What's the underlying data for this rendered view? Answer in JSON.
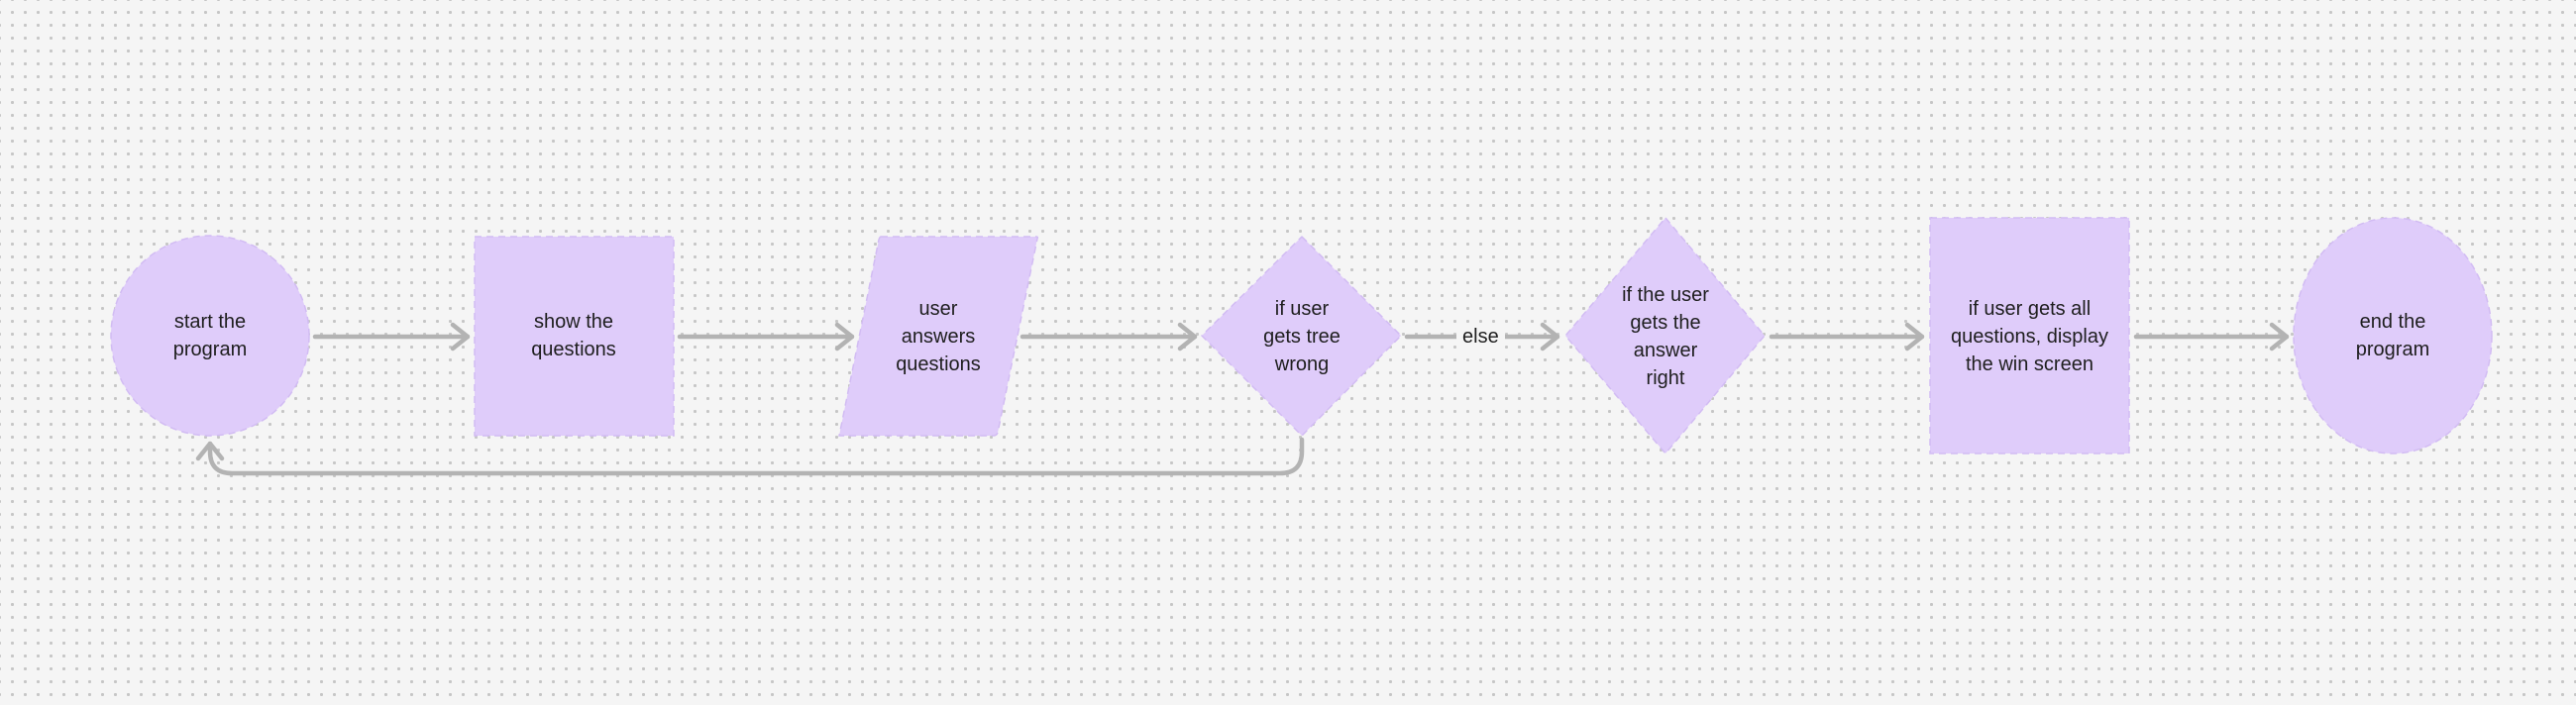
{
  "canvas": {
    "background": "#f5f5f5",
    "dot_color": "#c6c6c6"
  },
  "colors": {
    "node_fill": "#dfccfa",
    "node_stroke": "#d2bcf3",
    "connector": "#b3b3b3",
    "text": "#1e1e1e"
  },
  "nodes": {
    "start": {
      "shape": "ellipse",
      "label": "start the\nprogram"
    },
    "show_questions": {
      "shape": "rectangle",
      "label": "show the\nquestions"
    },
    "user_answers": {
      "shape": "parallelogram",
      "label": "user\nanswers\nquestions"
    },
    "check_wrong": {
      "shape": "diamond",
      "label": "if user\ngets tree\nwrong"
    },
    "check_right": {
      "shape": "diamond",
      "label": "if the user\ngets the\nanswer\nright"
    },
    "win_screen": {
      "shape": "rectangle",
      "label": "if user gets all\nquestions, display\nthe win screen"
    },
    "end": {
      "shape": "ellipse",
      "label": "end the\nprogram"
    }
  },
  "edges": [
    {
      "from": "start",
      "to": "show_questions",
      "label": ""
    },
    {
      "from": "show_questions",
      "to": "user_answers",
      "label": ""
    },
    {
      "from": "user_answers",
      "to": "check_wrong",
      "label": ""
    },
    {
      "from": "check_wrong",
      "to": "check_right",
      "label": "else"
    },
    {
      "from": "check_right",
      "to": "win_screen",
      "label": ""
    },
    {
      "from": "win_screen",
      "to": "end",
      "label": ""
    },
    {
      "from": "check_wrong",
      "to": "start",
      "label": ""
    }
  ]
}
